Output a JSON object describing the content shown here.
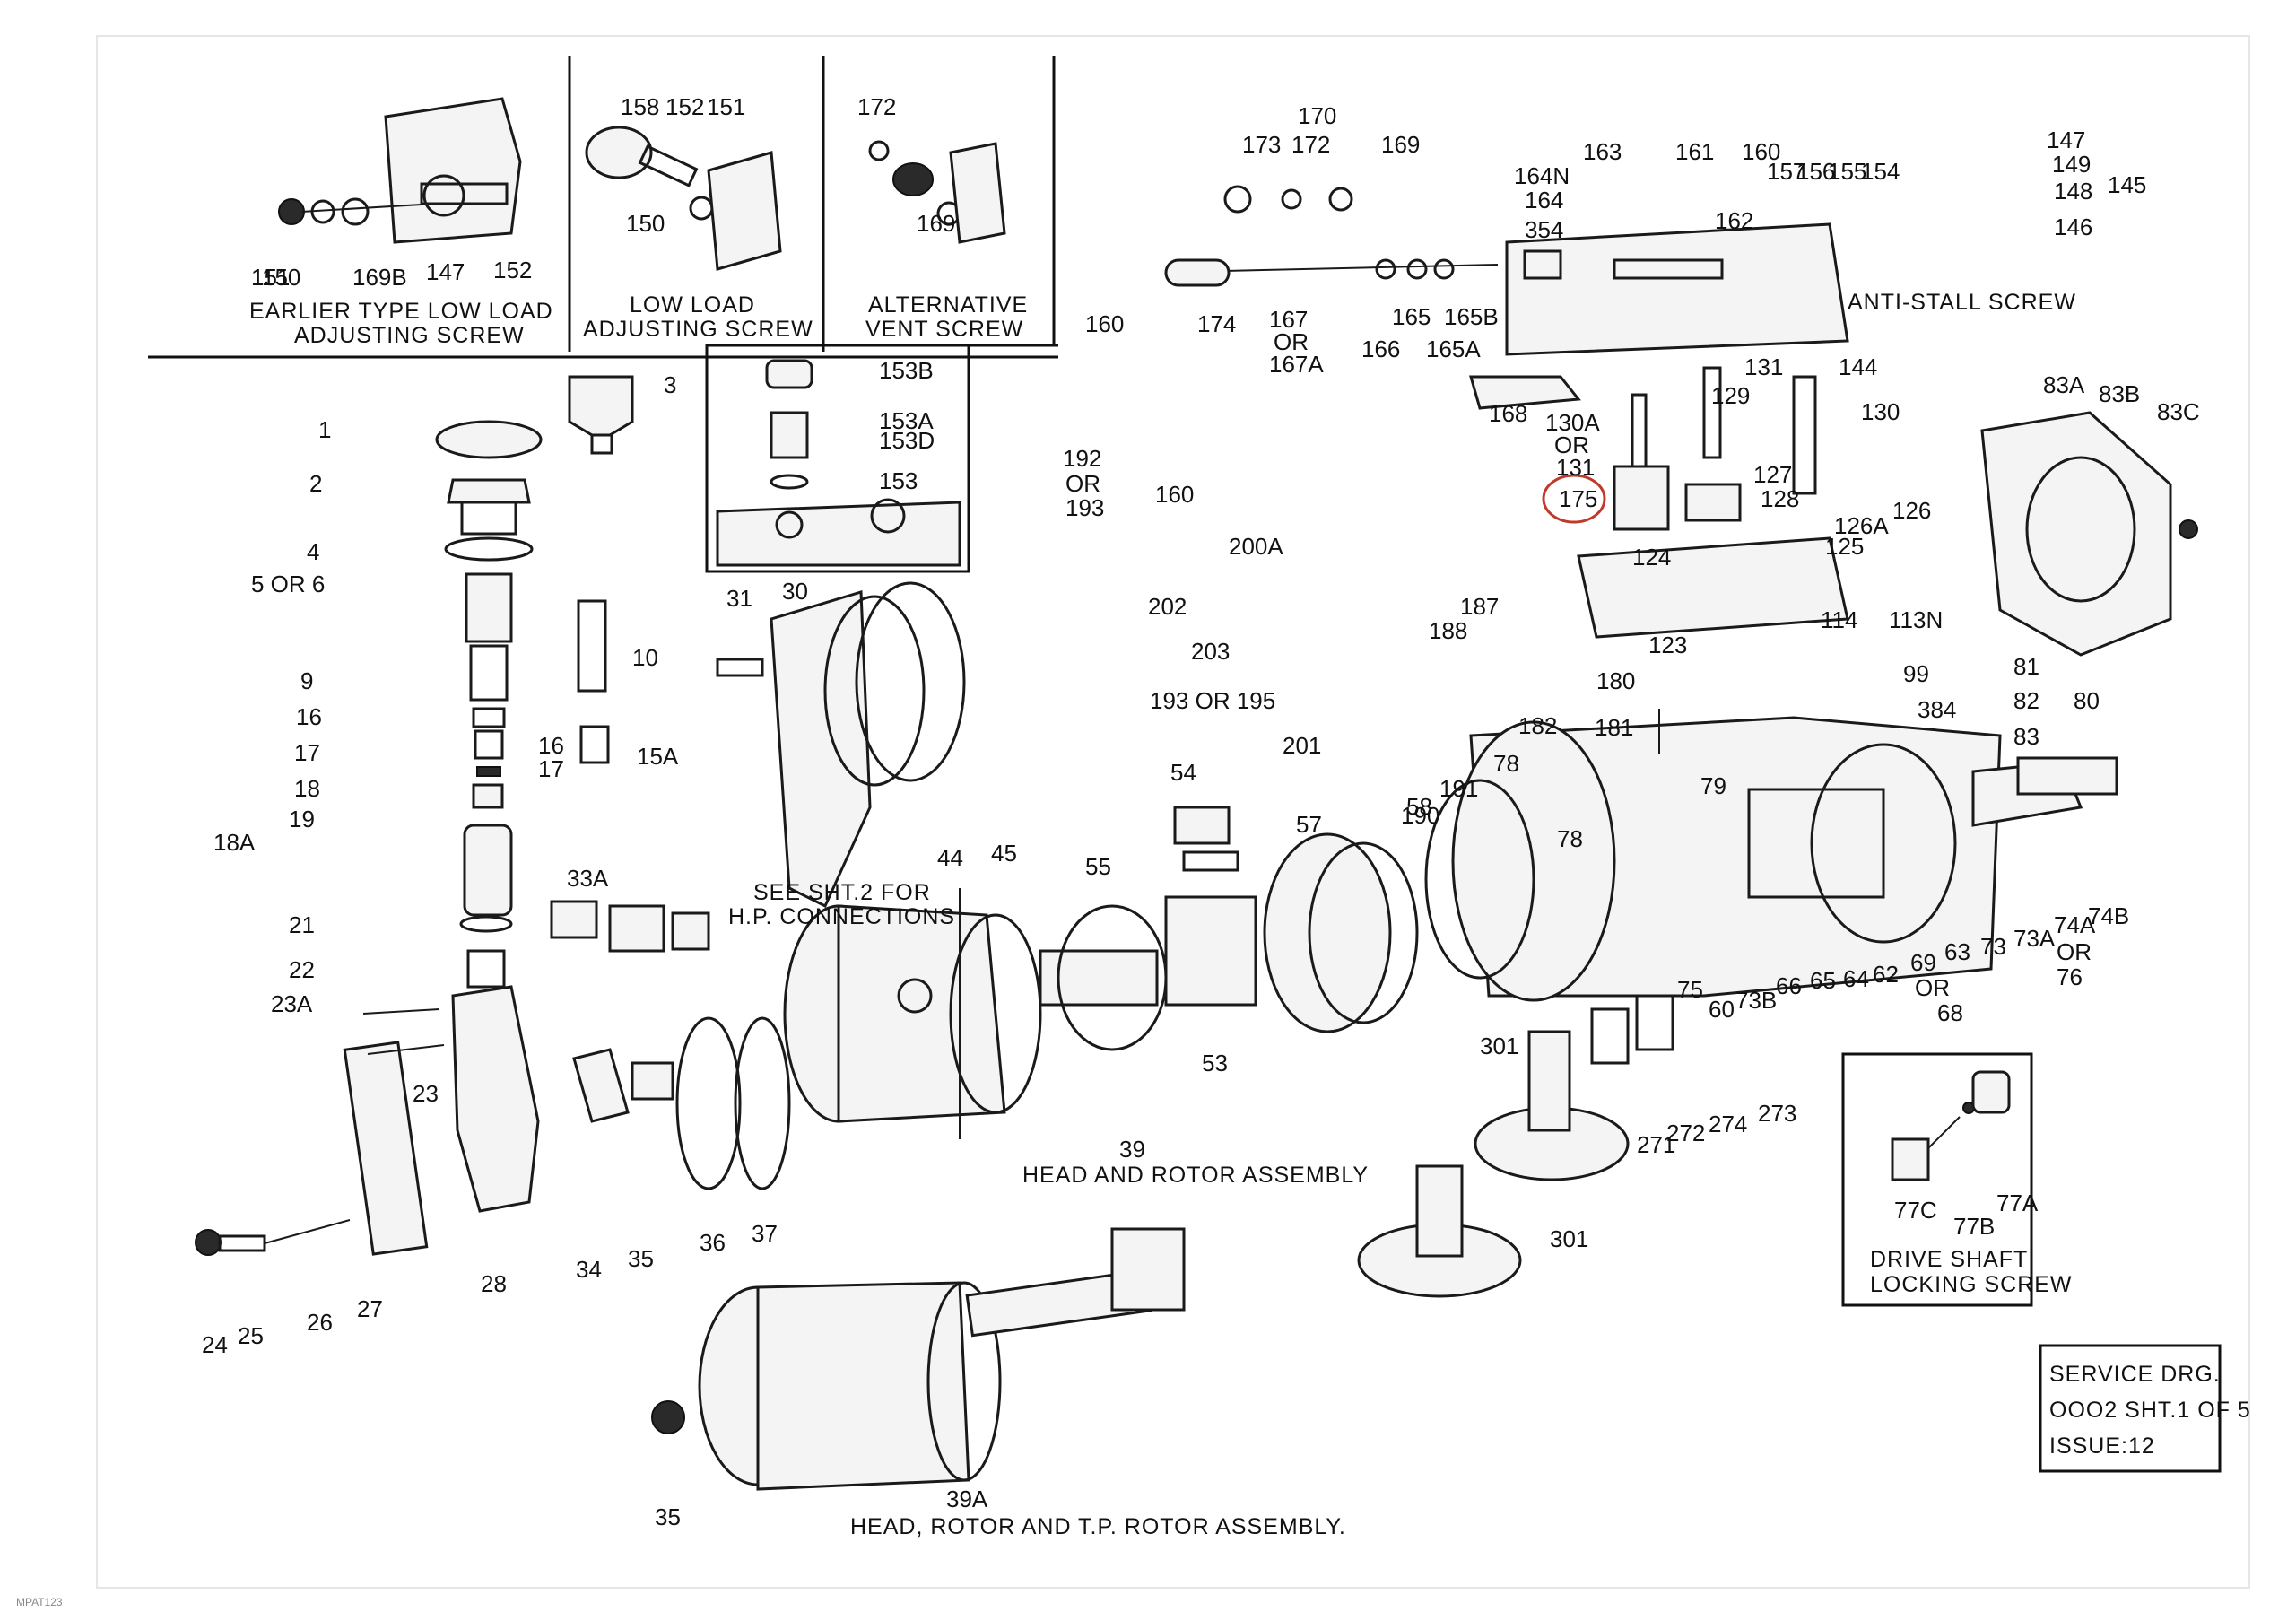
{
  "colors": {
    "ink": "#111111",
    "paper": "#ffffff",
    "highlight": "#c0392b"
  },
  "captions": {
    "earlier_type": [
      "EARLIER TYPE LOW LOAD",
      "ADJUSTING SCREW"
    ],
    "low_load": [
      "LOW LOAD",
      "ADJUSTING SCREW"
    ],
    "alt_vent": [
      "ALTERNATIVE",
      "VENT SCREW"
    ],
    "anti_stall": "ANTI-STALL SCREW",
    "see_sht2": [
      "SEE SHT.2 FOR",
      "H.P. CONNECTIONS"
    ],
    "head_rotor": "HEAD AND ROTOR ASSEMBLY",
    "head_rotor_tp": "HEAD, ROTOR AND T.P. ROTOR ASSEMBLY.",
    "drive_shaft": [
      "DRIVE SHAFT",
      "LOCKING SCREW"
    ],
    "service": [
      "SERVICE DRG.",
      "OOO2 SHT.1 OF 5",
      "ISSUE:12"
    ],
    "corner_code": "MPAT123"
  },
  "part_numbers": [
    {
      "id": "p1",
      "text": "1"
    },
    {
      "id": "p2",
      "text": "2"
    },
    {
      "id": "p3",
      "text": "3"
    },
    {
      "id": "p4",
      "text": "4"
    },
    {
      "id": "p5",
      "text": "5 OR 6"
    },
    {
      "id": "p9",
      "text": "9"
    },
    {
      "id": "p10",
      "text": "10"
    },
    {
      "id": "p15a",
      "text": "15A"
    },
    {
      "id": "p16",
      "text": "16"
    },
    {
      "id": "p16b",
      "text": "16"
    },
    {
      "id": "p17",
      "text": "17"
    },
    {
      "id": "p17b",
      "text": "17"
    },
    {
      "id": "p18",
      "text": "18"
    },
    {
      "id": "p18a",
      "text": "18A"
    },
    {
      "id": "p19",
      "text": "19"
    },
    {
      "id": "p21",
      "text": "21"
    },
    {
      "id": "p22",
      "text": "22"
    },
    {
      "id": "p23a",
      "text": "23A"
    },
    {
      "id": "p23",
      "text": "23"
    },
    {
      "id": "p24",
      "text": "24"
    },
    {
      "id": "p25",
      "text": "25"
    },
    {
      "id": "p26",
      "text": "26"
    },
    {
      "id": "p27",
      "text": "27"
    },
    {
      "id": "p28",
      "text": "28"
    },
    {
      "id": "p30",
      "text": "30"
    },
    {
      "id": "p31",
      "text": "31"
    },
    {
      "id": "p33a",
      "text": "33A"
    },
    {
      "id": "p34",
      "text": "34"
    },
    {
      "id": "p35",
      "text": "35"
    },
    {
      "id": "p35b",
      "text": "35"
    },
    {
      "id": "p36",
      "text": "36"
    },
    {
      "id": "p37",
      "text": "37"
    },
    {
      "id": "p39",
      "text": "39"
    },
    {
      "id": "p39a",
      "text": "39A"
    },
    {
      "id": "p44",
      "text": "44"
    },
    {
      "id": "p45",
      "text": "45"
    },
    {
      "id": "p53",
      "text": "53"
    },
    {
      "id": "p54",
      "text": "54"
    },
    {
      "id": "p55",
      "text": "55"
    },
    {
      "id": "p57",
      "text": "57"
    },
    {
      "id": "p58",
      "text": "58"
    },
    {
      "id": "p60",
      "text": "60"
    },
    {
      "id": "p62",
      "text": "62"
    },
    {
      "id": "p63",
      "text": "63"
    },
    {
      "id": "p64",
      "text": "64"
    },
    {
      "id": "p65",
      "text": "65"
    },
    {
      "id": "p66",
      "text": "66"
    },
    {
      "id": "p68",
      "text": "68"
    },
    {
      "id": "p69",
      "text": "69"
    },
    {
      "id": "p69or",
      "text": "OR"
    },
    {
      "id": "p73",
      "text": "73"
    },
    {
      "id": "p73a",
      "text": "73A"
    },
    {
      "id": "p73b",
      "text": "73B"
    },
    {
      "id": "p74a",
      "text": "74A"
    },
    {
      "id": "p74b",
      "text": "74B"
    },
    {
      "id": "p74or",
      "text": "OR"
    },
    {
      "id": "p76",
      "text": "76"
    },
    {
      "id": "p75",
      "text": "75"
    },
    {
      "id": "p77a",
      "text": "77A"
    },
    {
      "id": "p77b",
      "text": "77B"
    },
    {
      "id": "p77c",
      "text": "77C"
    },
    {
      "id": "p78",
      "text": "78"
    },
    {
      "id": "p78b",
      "text": "78"
    },
    {
      "id": "p79",
      "text": "79"
    },
    {
      "id": "p80",
      "text": "80"
    },
    {
      "id": "p81",
      "text": "81"
    },
    {
      "id": "p82",
      "text": "82"
    },
    {
      "id": "p83",
      "text": "83"
    },
    {
      "id": "p83a",
      "text": "83A"
    },
    {
      "id": "p83b",
      "text": "83B"
    },
    {
      "id": "p83c",
      "text": "83C"
    },
    {
      "id": "p99",
      "text": "99"
    },
    {
      "id": "p384",
      "text": "384"
    },
    {
      "id": "p113n",
      "text": "113N"
    },
    {
      "id": "p114",
      "text": "114"
    },
    {
      "id": "p123",
      "text": "123"
    },
    {
      "id": "p124",
      "text": "124"
    },
    {
      "id": "p125",
      "text": "125"
    },
    {
      "id": "p126",
      "text": "126"
    },
    {
      "id": "p126a",
      "text": "126A"
    },
    {
      "id": "p127",
      "text": "127"
    },
    {
      "id": "p128",
      "text": "128"
    },
    {
      "id": "p129",
      "text": "129"
    },
    {
      "id": "p130",
      "text": "130"
    },
    {
      "id": "p130a",
      "text": "130A"
    },
    {
      "id": "p130aor",
      "text": "OR"
    },
    {
      "id": "p131a",
      "text": "131"
    },
    {
      "id": "p131",
      "text": "131"
    },
    {
      "id": "p144",
      "text": "144"
    },
    {
      "id": "p145",
      "text": "145"
    },
    {
      "id": "p146",
      "text": "146"
    },
    {
      "id": "p147",
      "text": "147"
    },
    {
      "id": "p147b",
      "text": "147"
    },
    {
      "id": "p148",
      "text": "148"
    },
    {
      "id": "p149",
      "text": "149"
    },
    {
      "id": "p150",
      "text": "150"
    },
    {
      "id": "p150b",
      "text": "150"
    },
    {
      "id": "p151",
      "text": "151"
    },
    {
      "id": "p151b",
      "text": "151"
    },
    {
      "id": "p152",
      "text": "152"
    },
    {
      "id": "p152b",
      "text": "152"
    },
    {
      "id": "p153",
      "text": "153"
    },
    {
      "id": "p153a",
      "text": "153A"
    },
    {
      "id": "p153d",
      "text": "153D"
    },
    {
      "id": "p153b",
      "text": "153B"
    },
    {
      "id": "p154",
      "text": "154"
    },
    {
      "id": "p155",
      "text": "155"
    },
    {
      "id": "p156",
      "text": "156"
    },
    {
      "id": "p157",
      "text": "157"
    },
    {
      "id": "p158",
      "text": "158"
    },
    {
      "id": "p160",
      "text": "160"
    },
    {
      "id": "p160b",
      "text": "160"
    },
    {
      "id": "p160c",
      "text": "160"
    },
    {
      "id": "p161",
      "text": "161"
    },
    {
      "id": "p162",
      "text": "162"
    },
    {
      "id": "p163",
      "text": "163"
    },
    {
      "id": "p164",
      "text": "164"
    },
    {
      "id": "p164n",
      "text": "164N"
    },
    {
      "id": "p165",
      "text": "165"
    },
    {
      "id": "p165a",
      "text": "165A"
    },
    {
      "id": "p165b",
      "text": "165B"
    },
    {
      "id": "p166",
      "text": "166"
    },
    {
      "id": "p167",
      "text": "167"
    },
    {
      "id": "p167or",
      "text": "OR"
    },
    {
      "id": "p167a",
      "text": "167A"
    },
    {
      "id": "p168",
      "text": "168"
    },
    {
      "id": "p169",
      "text": "169"
    },
    {
      "id": "p169b",
      "text": "169"
    },
    {
      "id": "p169c",
      "text": "169B"
    },
    {
      "id": "p170",
      "text": "170"
    },
    {
      "id": "p172",
      "text": "172"
    },
    {
      "id": "p172b",
      "text": "172"
    },
    {
      "id": "p173",
      "text": "173"
    },
    {
      "id": "p174",
      "text": "174"
    },
    {
      "id": "p175",
      "text": "175"
    },
    {
      "id": "p180",
      "text": "180"
    },
    {
      "id": "p181",
      "text": "181"
    },
    {
      "id": "p182",
      "text": "182"
    },
    {
      "id": "p187",
      "text": "187"
    },
    {
      "id": "p188",
      "text": "188"
    },
    {
      "id": "p190",
      "text": "190"
    },
    {
      "id": "p191",
      "text": "191"
    },
    {
      "id": "p192",
      "text": "192"
    },
    {
      "id": "p192or",
      "text": "OR"
    },
    {
      "id": "p193",
      "text": "193"
    },
    {
      "id": "p193b",
      "text": "193 OR 195"
    },
    {
      "id": "p200a",
      "text": "200A"
    },
    {
      "id": "p201",
      "text": "201"
    },
    {
      "id": "p202",
      "text": "202"
    },
    {
      "id": "p203",
      "text": "203"
    },
    {
      "id": "p271",
      "text": "271"
    },
    {
      "id": "p272",
      "text": "272"
    },
    {
      "id": "p273",
      "text": "273"
    },
    {
      "id": "p274",
      "text": "274"
    },
    {
      "id": "p301",
      "text": "301"
    },
    {
      "id": "p301b",
      "text": "301"
    },
    {
      "id": "p354",
      "text": "354"
    }
  ]
}
